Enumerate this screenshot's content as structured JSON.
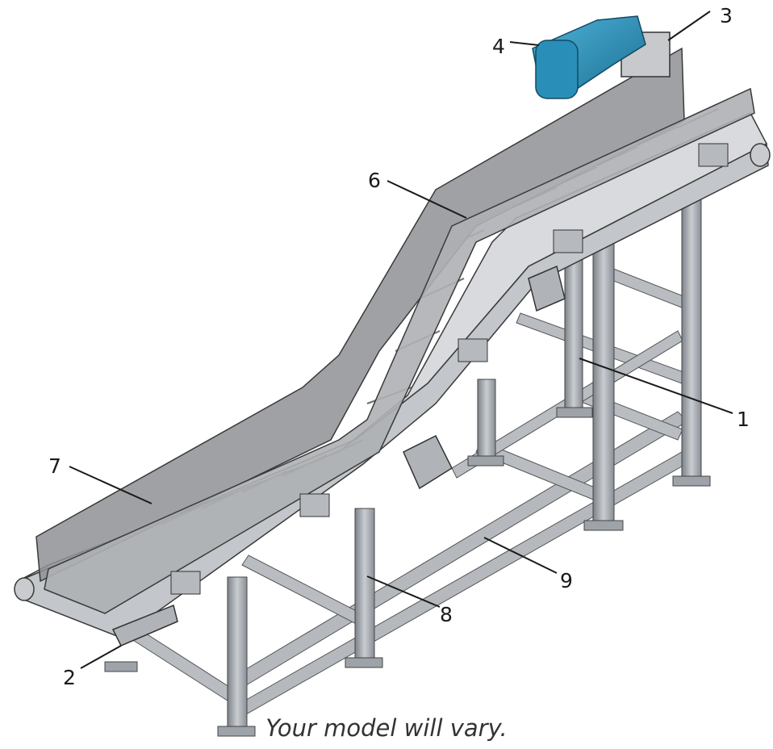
{
  "callouts": [
    {
      "id": "1",
      "label": "1"
    },
    {
      "id": "2",
      "label": "2"
    },
    {
      "id": "3",
      "label": "3"
    },
    {
      "id": "4",
      "label": "4"
    },
    {
      "id": "6",
      "label": "6"
    },
    {
      "id": "7",
      "label": "7"
    },
    {
      "id": "8",
      "label": "8"
    },
    {
      "id": "9",
      "label": "9"
    }
  ],
  "caption": "Your model will vary.",
  "colors": {
    "motor": "#2a8fb8",
    "frame": "#a9aeb4",
    "belt": "#d4d5d8",
    "sidewall": "#8a8b8e",
    "line": "#1a1a1a"
  }
}
